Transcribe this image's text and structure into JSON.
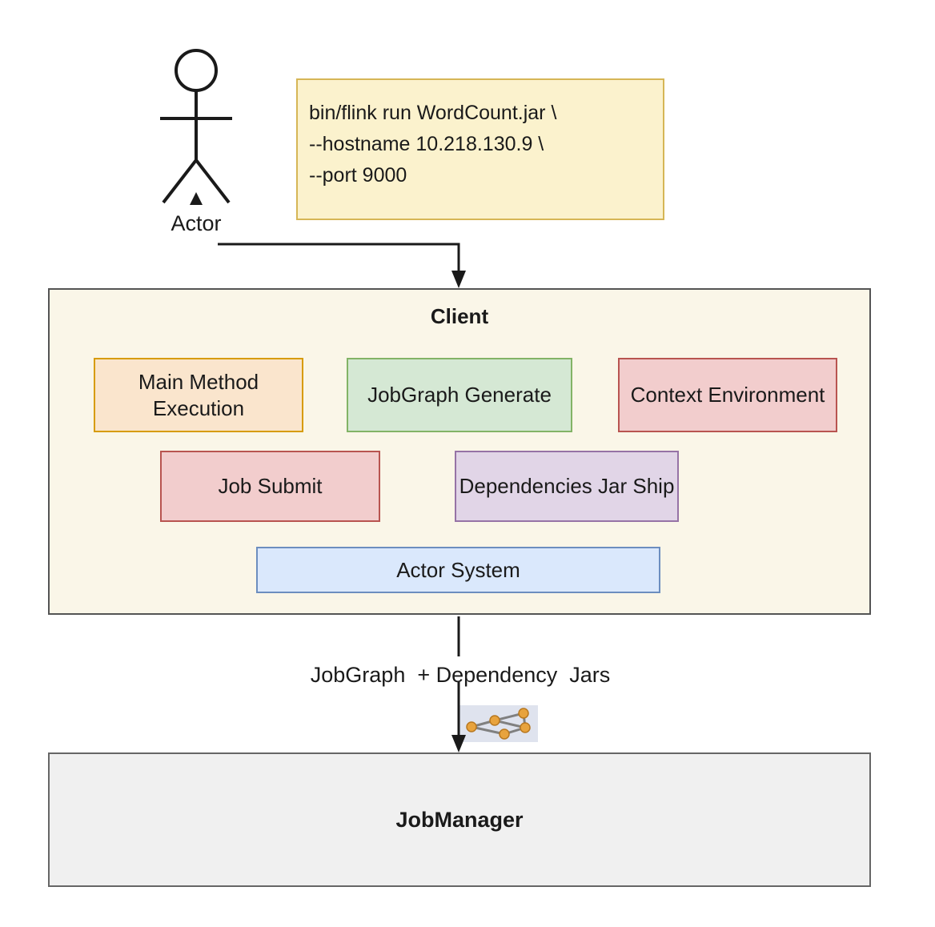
{
  "diagram": {
    "title": "Flink Job Submission Flow",
    "background": "#ffffff"
  },
  "actor": {
    "label": "Actor",
    "icon": "stick-figure-actor-icon"
  },
  "command_note": {
    "text": "bin/flink run WordCount.jar \\\n--hostname 10.218.130.9 \\\n--port 9000",
    "fill": "#fbf2cd",
    "stroke": "#d6b656"
  },
  "client": {
    "title": "Client",
    "fill": "#faf6e8",
    "stroke": "#545454",
    "components": [
      {
        "id": "main-method-execution",
        "label": "Main Method\nExecution",
        "fill": "#fae5cd",
        "stroke": "#d79b00"
      },
      {
        "id": "jobgraph-generate",
        "label": "JobGraph\nGenerate",
        "fill": "#d5e8d4",
        "stroke": "#82b366"
      },
      {
        "id": "context-environment",
        "label": "Context\nEnvironment",
        "fill": "#f2cdcd",
        "stroke": "#b85450"
      },
      {
        "id": "job-submit",
        "label": "Job Submit",
        "fill": "#f2cdcd",
        "stroke": "#b85450"
      },
      {
        "id": "dependencies-jar-ship",
        "label": "Dependencies\nJar Ship",
        "fill": "#e1d5e7",
        "stroke": "#9673a6"
      },
      {
        "id": "actor-system",
        "label": "Actor System",
        "fill": "#dae8fc",
        "stroke": "#6c8ebf"
      }
    ]
  },
  "edge": {
    "label": "JobGraph  + Dependency  Jars",
    "icon": "jobgraph-dag-icon",
    "icon_node_color": "#e8a33d",
    "icon_edge_color": "#808080",
    "icon_background": "#dfe3ee"
  },
  "jobmanager": {
    "label": "JobManager",
    "fill": "#f0f0f0",
    "stroke": "#666666"
  }
}
